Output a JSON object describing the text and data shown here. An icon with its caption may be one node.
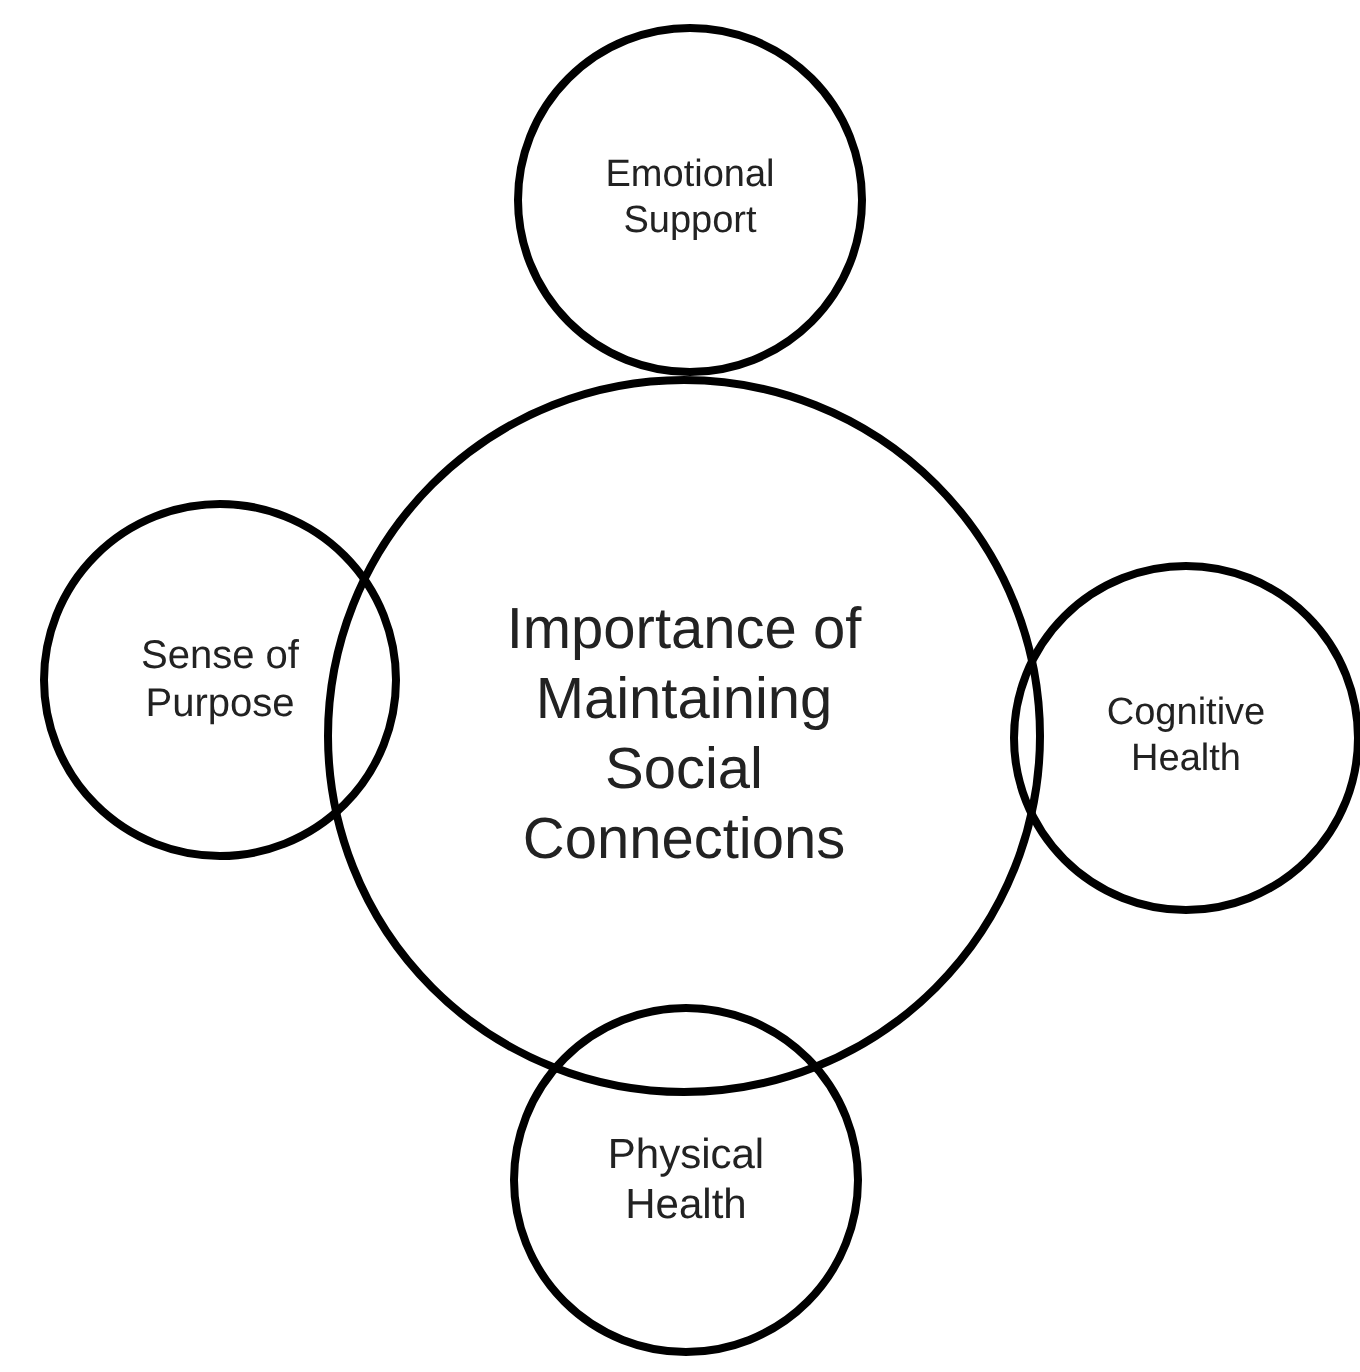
{
  "diagram": {
    "nodes": [
      {
        "text": [
          "Importance of Maintaining Social Connections"
        ]
      },
      {
        "text": [
          "Emotional Support"
        ]
      },
      {
        "text": [
          "Sense of Purpose"
        ]
      },
      {
        "text": [
          "Cognitive Health"
        ]
      },
      {
        "text": [
          "Physical Health"
        ]
      }
    ]
  }
}
